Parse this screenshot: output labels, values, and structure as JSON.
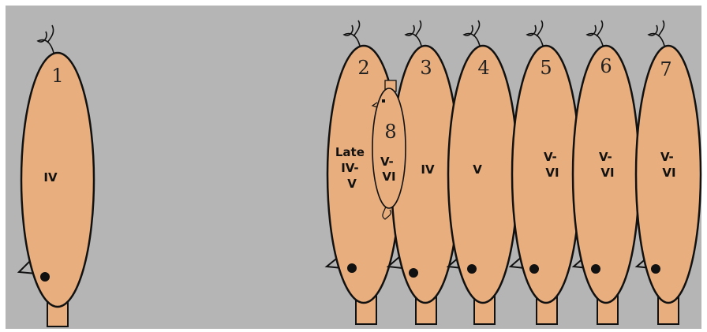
{
  "colors": {
    "background": "#b5b5b5",
    "body_fill": "#e9ae7d",
    "outline": "#111111",
    "border": "#ffffff"
  },
  "figures": [
    {
      "number": "1",
      "stage": [
        "IV"
      ]
    },
    {
      "number": "2",
      "stage": [
        "Late",
        "IV-",
        "V"
      ]
    },
    {
      "number": "3",
      "stage": [
        "IV"
      ]
    },
    {
      "number": "4",
      "stage": [
        "V"
      ]
    },
    {
      "number": "5",
      "stage": [
        "V-",
        "VI"
      ]
    },
    {
      "number": "6",
      "stage": [
        "V-",
        "VI"
      ]
    },
    {
      "number": "7",
      "stage": [
        "V-",
        "VI"
      ]
    }
  ],
  "inset": {
    "number": "8",
    "stage": [
      "V-",
      "VI"
    ]
  }
}
